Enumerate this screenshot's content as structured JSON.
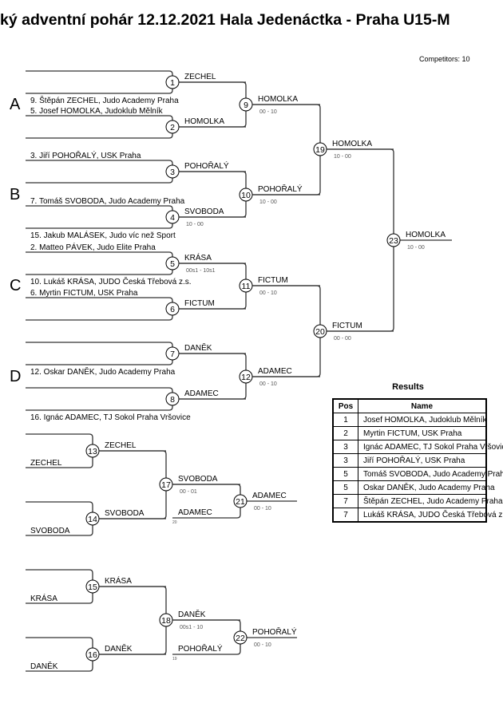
{
  "title": "ký adventní pohár  12.12.2021  Hala Jedenáctka - Praha   U15-M",
  "competitors": "Competitors: 10",
  "pools": [
    "A",
    "B",
    "C",
    "D"
  ],
  "round1": [
    {
      "no": "1",
      "top": "",
      "bottom": "9. Štěpán ZECHEL, Judo Academy Praha",
      "winner": "ZECHEL",
      "score": ""
    },
    {
      "no": "2",
      "top": "5. Josef HOMOLKA, Judoklub Mělník",
      "bottom": "",
      "winner": "HOMOLKA",
      "score": ""
    },
    {
      "no": "3",
      "top": "3. Jiří POHOŘALÝ, USK Praha",
      "bottom": "",
      "winner": "POHOŘALÝ",
      "score": ""
    },
    {
      "no": "4",
      "top": "7. Tomáš SVOBODA, Judo Academy Praha",
      "bottom": "15. Jakub MALÁSEK, Judo víc než Sport",
      "winner": "SVOBODA",
      "score": "10 - 00"
    },
    {
      "no": "5",
      "top": "2. Matteo PÁVEK, Judo Elite Praha",
      "bottom": "10. Lukáš KRÁSA, JUDO Česká Třebová z.s.",
      "winner": "KRÁSA",
      "score": "00s1 - 10s1"
    },
    {
      "no": "6",
      "top": "6. Myrtin FICTUM, USK Praha",
      "bottom": "",
      "winner": "FICTUM",
      "score": ""
    },
    {
      "no": "7",
      "top": "",
      "bottom": "12. Oskar DANĚK, Judo Academy Praha",
      "winner": "DANĚK",
      "score": ""
    },
    {
      "no": "8",
      "top": "",
      "bottom": "16. Ignác ADAMEC, TJ Sokol Praha Vršovice",
      "winner": "ADAMEC",
      "score": ""
    }
  ],
  "round2": [
    {
      "no": "9",
      "winner": "HOMOLKA",
      "score": "00 - 10"
    },
    {
      "no": "10",
      "winner": "POHOŘALÝ",
      "score": "10 - 00"
    },
    {
      "no": "11",
      "winner": "FICTUM",
      "score": "00 - 10"
    },
    {
      "no": "12",
      "winner": "ADAMEC",
      "score": "00 - 10"
    }
  ],
  "round3": [
    {
      "no": "19",
      "winner": "HOMOLKA",
      "score": "10 - 00"
    },
    {
      "no": "20",
      "winner": "FICTUM",
      "score": "00 - 00"
    }
  ],
  "final": {
    "no": "23",
    "winner": "HOMOLKA",
    "score": "10 - 00"
  },
  "repechage": [
    {
      "m1": {
        "no": "13",
        "bottom": "ZECHEL",
        "winner": "ZECHEL"
      },
      "m2": {
        "no": "14",
        "bottom": "SVOBODA",
        "winner": "SVOBODA"
      },
      "semi": {
        "no": "17",
        "winner": "SVOBODA",
        "score": "00 - 01"
      },
      "bronze": {
        "no": "21",
        "entrant": "ADAMEC",
        "entrant_from": "20",
        "winner": "ADAMEC",
        "score": "00 - 10"
      }
    },
    {
      "m1": {
        "no": "15",
        "bottom": "KRÁSA",
        "winner": "KRÁSA"
      },
      "m2": {
        "no": "16",
        "bottom": "DANĚK",
        "winner": "DANĚK"
      },
      "semi": {
        "no": "18",
        "winner": "DANĚK",
        "score": "00s1 - 10"
      },
      "bronze": {
        "no": "22",
        "entrant": "POHOŘALÝ",
        "entrant_from": "19",
        "winner": "POHOŘALÝ",
        "score": "00 - 10"
      }
    }
  ],
  "results": {
    "title": "Results",
    "headers": {
      "pos": "Pos",
      "name": "Name"
    },
    "rows": [
      {
        "pos": "1",
        "name": "Josef HOMOLKA, Judoklub Mělník"
      },
      {
        "pos": "2",
        "name": "Myrtin FICTUM, USK Praha"
      },
      {
        "pos": "3",
        "name": "Ignác ADAMEC, TJ Sokol Praha Vršovice"
      },
      {
        "pos": "3",
        "name": "Jiří POHOŘALÝ, USK Praha"
      },
      {
        "pos": "5",
        "name": "Tomáš SVOBODA, Judo Academy Praha"
      },
      {
        "pos": "5",
        "name": "Oskar DANĚK, Judo Academy Praha"
      },
      {
        "pos": "7",
        "name": "Štěpán ZECHEL, Judo Academy Praha"
      },
      {
        "pos": "7",
        "name": "Lukáš KRÁSA, JUDO Česká Třebová z.s."
      }
    ]
  },
  "colors": {
    "line": "#333333",
    "score": "#555555",
    "text": "#000000"
  }
}
